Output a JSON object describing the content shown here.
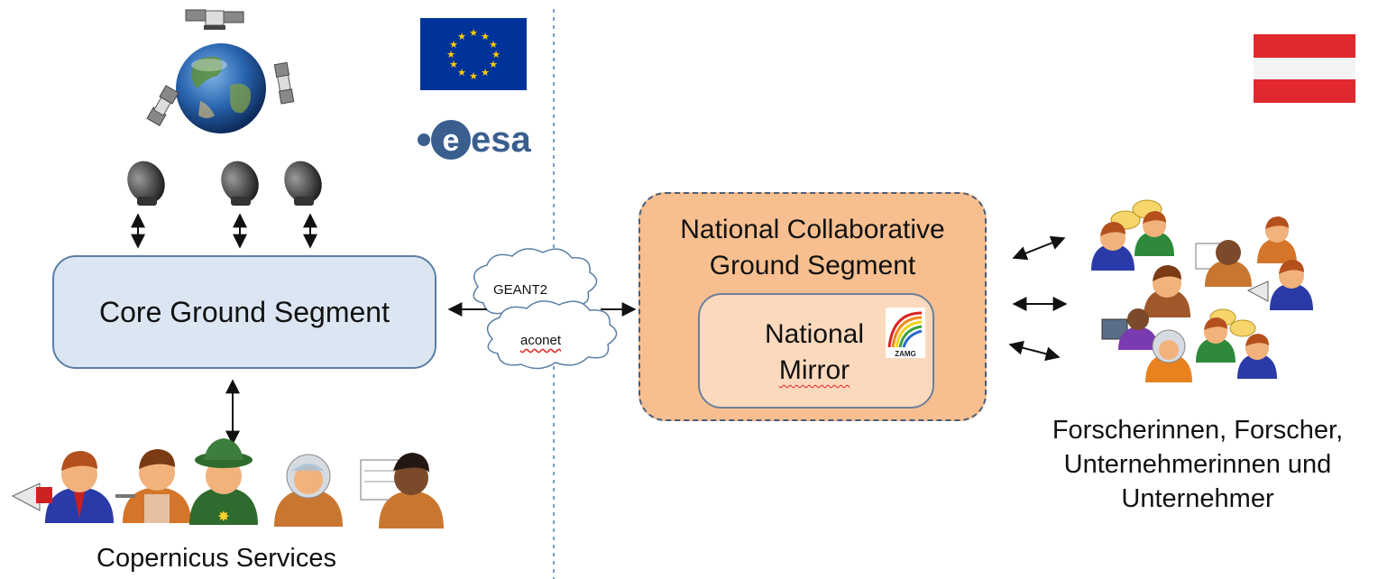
{
  "core": {
    "label": "Core Ground Segment"
  },
  "national": {
    "title_line1": "National Collaborative",
    "title_line2": "Ground Segment",
    "mirror_line1": "National",
    "mirror_line2": "Mirror",
    "zamg_logo_text": "ZAMG"
  },
  "network": {
    "cloud1": "GEANT2",
    "cloud2": "aconet"
  },
  "captions": {
    "copernicus": "Copernicus Services",
    "users_line1": "Forscherinnen, Forscher,",
    "users_line2": "Unternehmerinnen und",
    "users_line3": "Unternehmer"
  },
  "logos": {
    "esa": "esa"
  },
  "colors": {
    "core_fill": "#dce6f2",
    "core_border": "#5b7fa6",
    "national_fill": "#f7bf8f",
    "mirror_fill": "#fbd9bd",
    "eu_blue": "#003399",
    "eu_star": "#ffcc00",
    "austria_red": "#e0282e",
    "esa_blue": "#3a5f8f",
    "divider": "#7d9cc0"
  },
  "icons": [
    "satellite-icon",
    "earth-globe-icon",
    "satellite-dish-icon",
    "eu-flag-icon",
    "esa-logo-icon",
    "austria-flag-icon",
    "cloud-icon",
    "zamg-logo-icon",
    "person-megaphone-icon",
    "person-worker-icon",
    "person-ranger-icon",
    "person-astronaut-icon",
    "person-presenter-icon",
    "speech-bubble-icon",
    "person-computer-icon"
  ]
}
